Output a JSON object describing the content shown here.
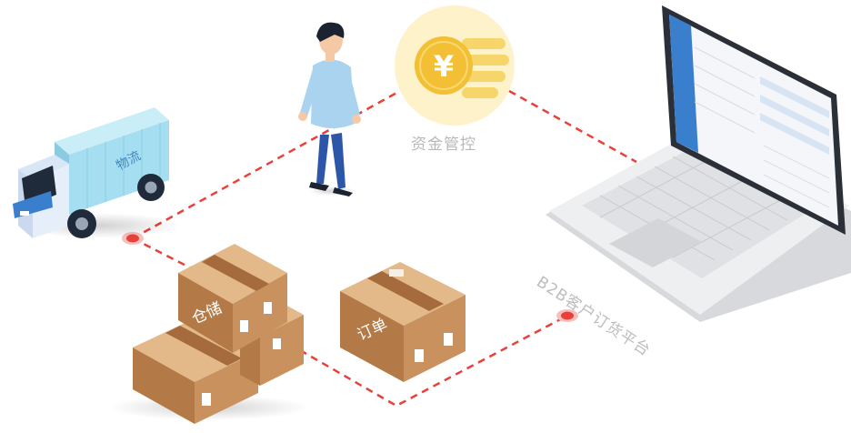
{
  "labels": {
    "finance": "资金管控",
    "platform": "B2B客户订货平台",
    "logistics": "物流",
    "storage": "仓储",
    "order": "订单"
  },
  "icons": {
    "coin": "yen-coin-icon",
    "coin_symbol": "¥",
    "truck": "truck-icon",
    "person": "person-icon",
    "laptop": "laptop-icon",
    "box": "box-icon"
  },
  "colors": {
    "connector": "#e8403a",
    "node": "#e8403a",
    "coin_halo": "#fdf2c9",
    "coin": "#f3c035",
    "box_top": "#e3b98a",
    "box_side": "#c8915d",
    "box_front": "#b37a47",
    "truck_cargo": "#a5def0",
    "screen_sidebar": "#3a7fce"
  }
}
